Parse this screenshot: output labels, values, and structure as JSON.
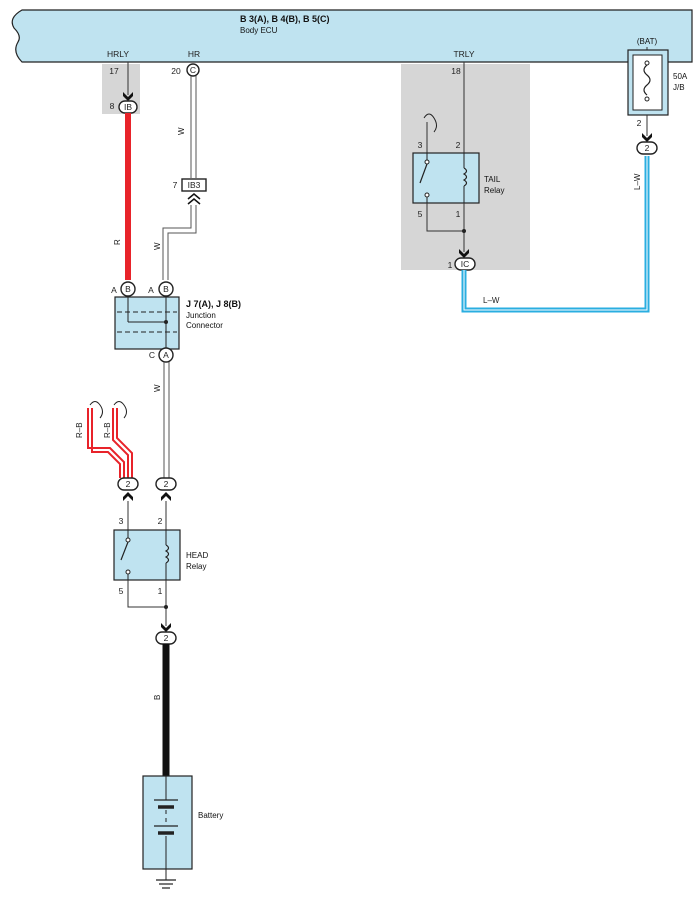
{
  "ecu": {
    "title": "B 3(A), B 4(B), B 5(C)",
    "subtitle": "Body ECU",
    "terminals": [
      {
        "name": "HRLY",
        "pin": "17"
      },
      {
        "name": "HR",
        "pin": "20",
        "connector": "C"
      },
      {
        "name": "TRLY",
        "pin": "18"
      }
    ]
  },
  "connectors": {
    "ib_pin": "8",
    "ib": "IB",
    "ib3_pin": "7",
    "ib3": "IB3",
    "ic_pin": "1",
    "ic": "IC",
    "jb_pin": "2",
    "jb_conn": "2"
  },
  "junction": {
    "title": "J 7(A), J 8(B)",
    "line1": "Junction",
    "line2": "Connector",
    "pin_a": "A",
    "pin_b": "B",
    "pin_c": "C",
    "conn_b": "B",
    "conn_a": "A"
  },
  "tail_relay": {
    "line1": "TAIL",
    "line2": "Relay",
    "pin3": "3",
    "pin2": "2",
    "pin5": "5",
    "pin1": "1"
  },
  "head_relay": {
    "line1": "HEAD",
    "line2": "Relay",
    "pin3": "3",
    "pin2": "2",
    "pin5": "5",
    "pin1": "1"
  },
  "fuse": {
    "source": "(BAT)",
    "rating": "50A",
    "block": "J/B"
  },
  "battery": {
    "label": "Battery"
  },
  "head_connectors": {
    "left": "2",
    "right": "2",
    "bottom": "2"
  },
  "wires": {
    "w1": "W",
    "w2": "W",
    "w3": "W",
    "r": "R",
    "rb1": "R–B",
    "rb2": "R–B",
    "lw_h": "L–W",
    "lw_v": "L–W",
    "b": "B"
  },
  "colors": {
    "component_fill": "#bfe3f0",
    "wire_red": "#e8232a",
    "wire_blue": "#2aaee0",
    "wire_black": "#111111",
    "shade": "#d6d6d6"
  }
}
